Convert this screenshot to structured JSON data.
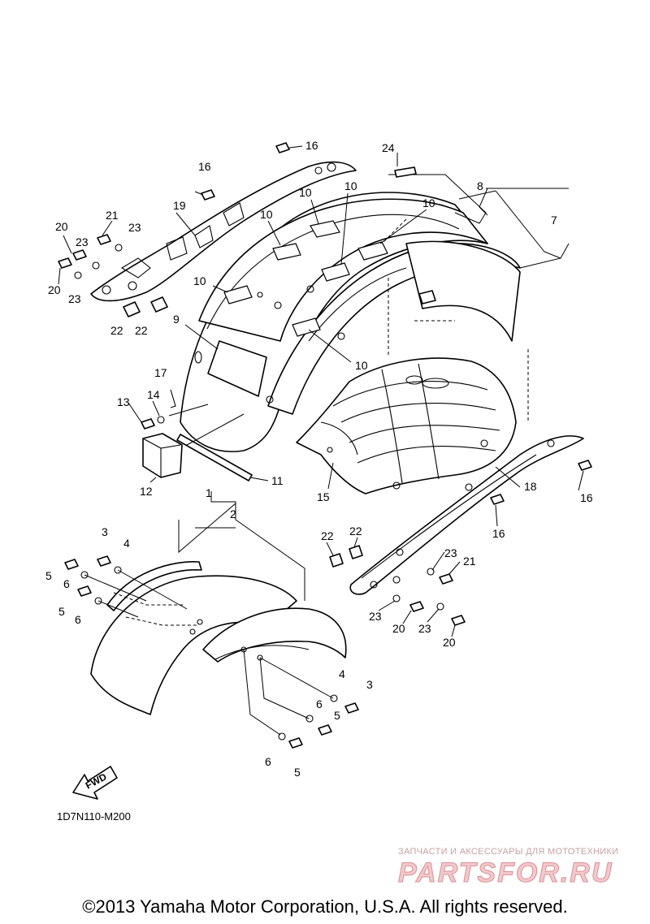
{
  "diagram": {
    "callouts": [
      "1",
      "2",
      "3",
      "4",
      "5",
      "6",
      "7",
      "8",
      "9",
      "10",
      "11",
      "12",
      "13",
      "14",
      "15",
      "16",
      "17",
      "18",
      "19",
      "20",
      "21",
      "22",
      "23",
      "24"
    ],
    "fwd_label": "FWD",
    "drawing_code": "1D7N110-M200"
  },
  "watermark": {
    "tagline": "ЗАПЧАСТИ И АКСЕССУАРЫ ДЛЯ МОТОТЕХНИКИ",
    "logo": "PARTSFOR.RU"
  },
  "footer": {
    "copyright": "©2013 Yamaha Motor Corporation, U.S.A. All rights reserved."
  }
}
